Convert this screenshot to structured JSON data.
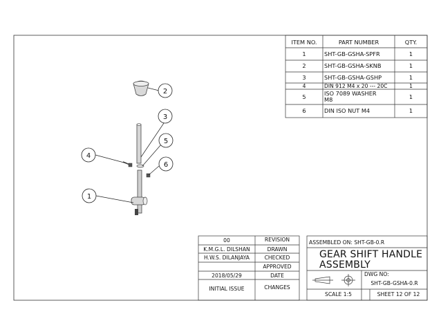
{
  "bom": {
    "headers": {
      "item": "ITEM NO.",
      "part": "PART NUMBER",
      "qty": "QTY."
    },
    "rows": [
      {
        "item": "1",
        "part": "SHT-GB-GSHA-SPFR",
        "qty": "1"
      },
      {
        "item": "2",
        "part": "SHT-GB-GSHA-SKNB",
        "qty": "1"
      },
      {
        "item": "3",
        "part": "SHT-GB-GSHA-GSHP",
        "qty": "1"
      },
      {
        "item": "4",
        "part": "DIN 912 M4 x 20 --- 20C",
        "qty": "1"
      },
      {
        "item": "5",
        "part_line1": "ISO 7089 WASHER",
        "part_line2": "M8",
        "qty": "1"
      },
      {
        "item": "6",
        "part": "DIN ISO NUT M4",
        "qty": "1"
      }
    ]
  },
  "balloons": [
    "1",
    "2",
    "3",
    "4",
    "5",
    "6"
  ],
  "revision_block": {
    "revision_value": "00",
    "revision_label": "REVISION",
    "drawn_by": "K.M.G.L. DILSHAN",
    "drawn_label": "DRAWN",
    "checked_by": "H.W.S. DILANJAYA",
    "checked_label": "CHECKED",
    "approved_label": "APPROVED",
    "date_value": "2018/05/29",
    "date_label": "DATE",
    "changes_value": "INITIAL ISSUE",
    "changes_label": "CHANGES"
  },
  "title_block": {
    "assembled_on": "ASSEMBLED ON: SHT-GB-0.R",
    "title_line1": "GEAR SHIFT HANDLE",
    "title_line2": "ASSEMBLY",
    "dwg_no_label": "DWG NO:",
    "dwg_no": "SHT-GB-GSHA-0.R",
    "scale": "SCALE 1:5",
    "sheet": "SHEET 12 OF 12"
  }
}
